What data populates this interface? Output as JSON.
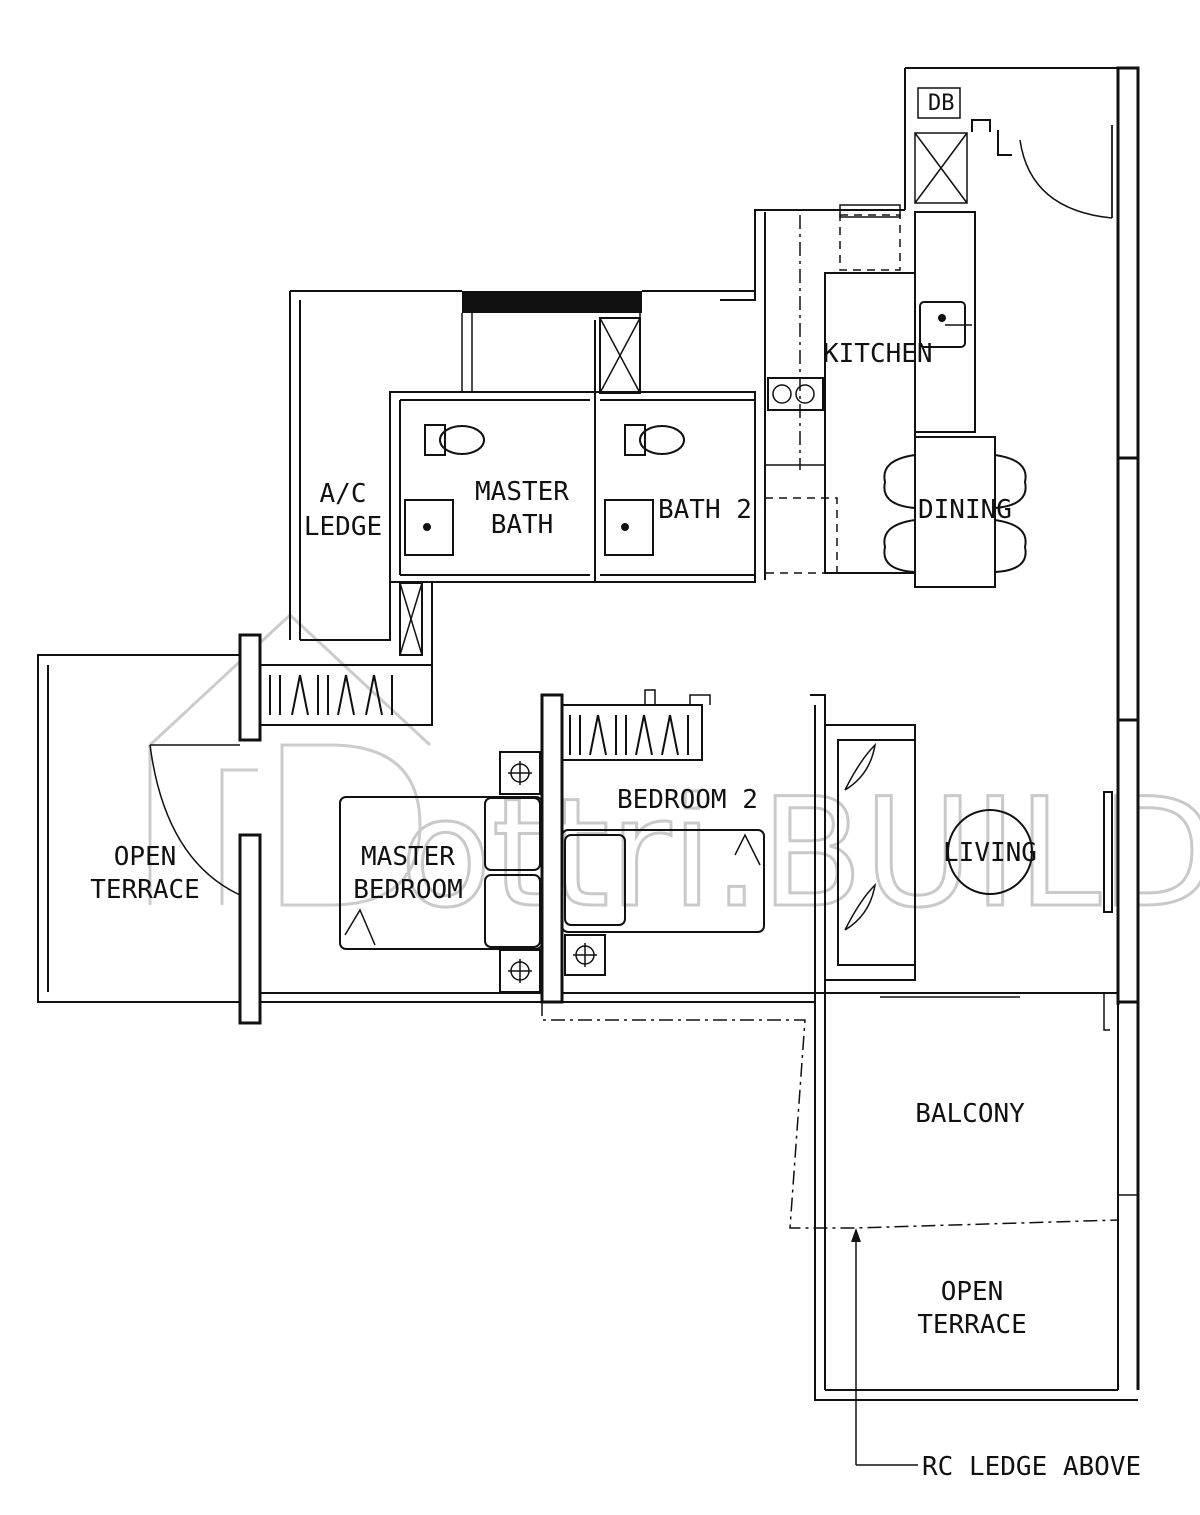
{
  "watermark": {
    "text": "ottri.BUILD"
  },
  "rooms": {
    "db": "DB",
    "kitchen": "KITCHEN",
    "dining": "DINING",
    "ac_ledge": [
      "A/C",
      "LEDGE"
    ],
    "master_bath": [
      "MASTER",
      "BATH"
    ],
    "bath_2": "BATH 2",
    "open_terrace_left": [
      "OPEN",
      "TERRACE"
    ],
    "master_bedroom": [
      "MASTER",
      "BEDROOM"
    ],
    "bedroom_2": "BEDROOM 2",
    "living": "LIVING",
    "balcony": "BALCONY",
    "open_terrace_bottom": [
      "OPEN",
      "TERRACE"
    ]
  },
  "annotations": {
    "rc_ledge": "RC LEDGE ABOVE"
  }
}
